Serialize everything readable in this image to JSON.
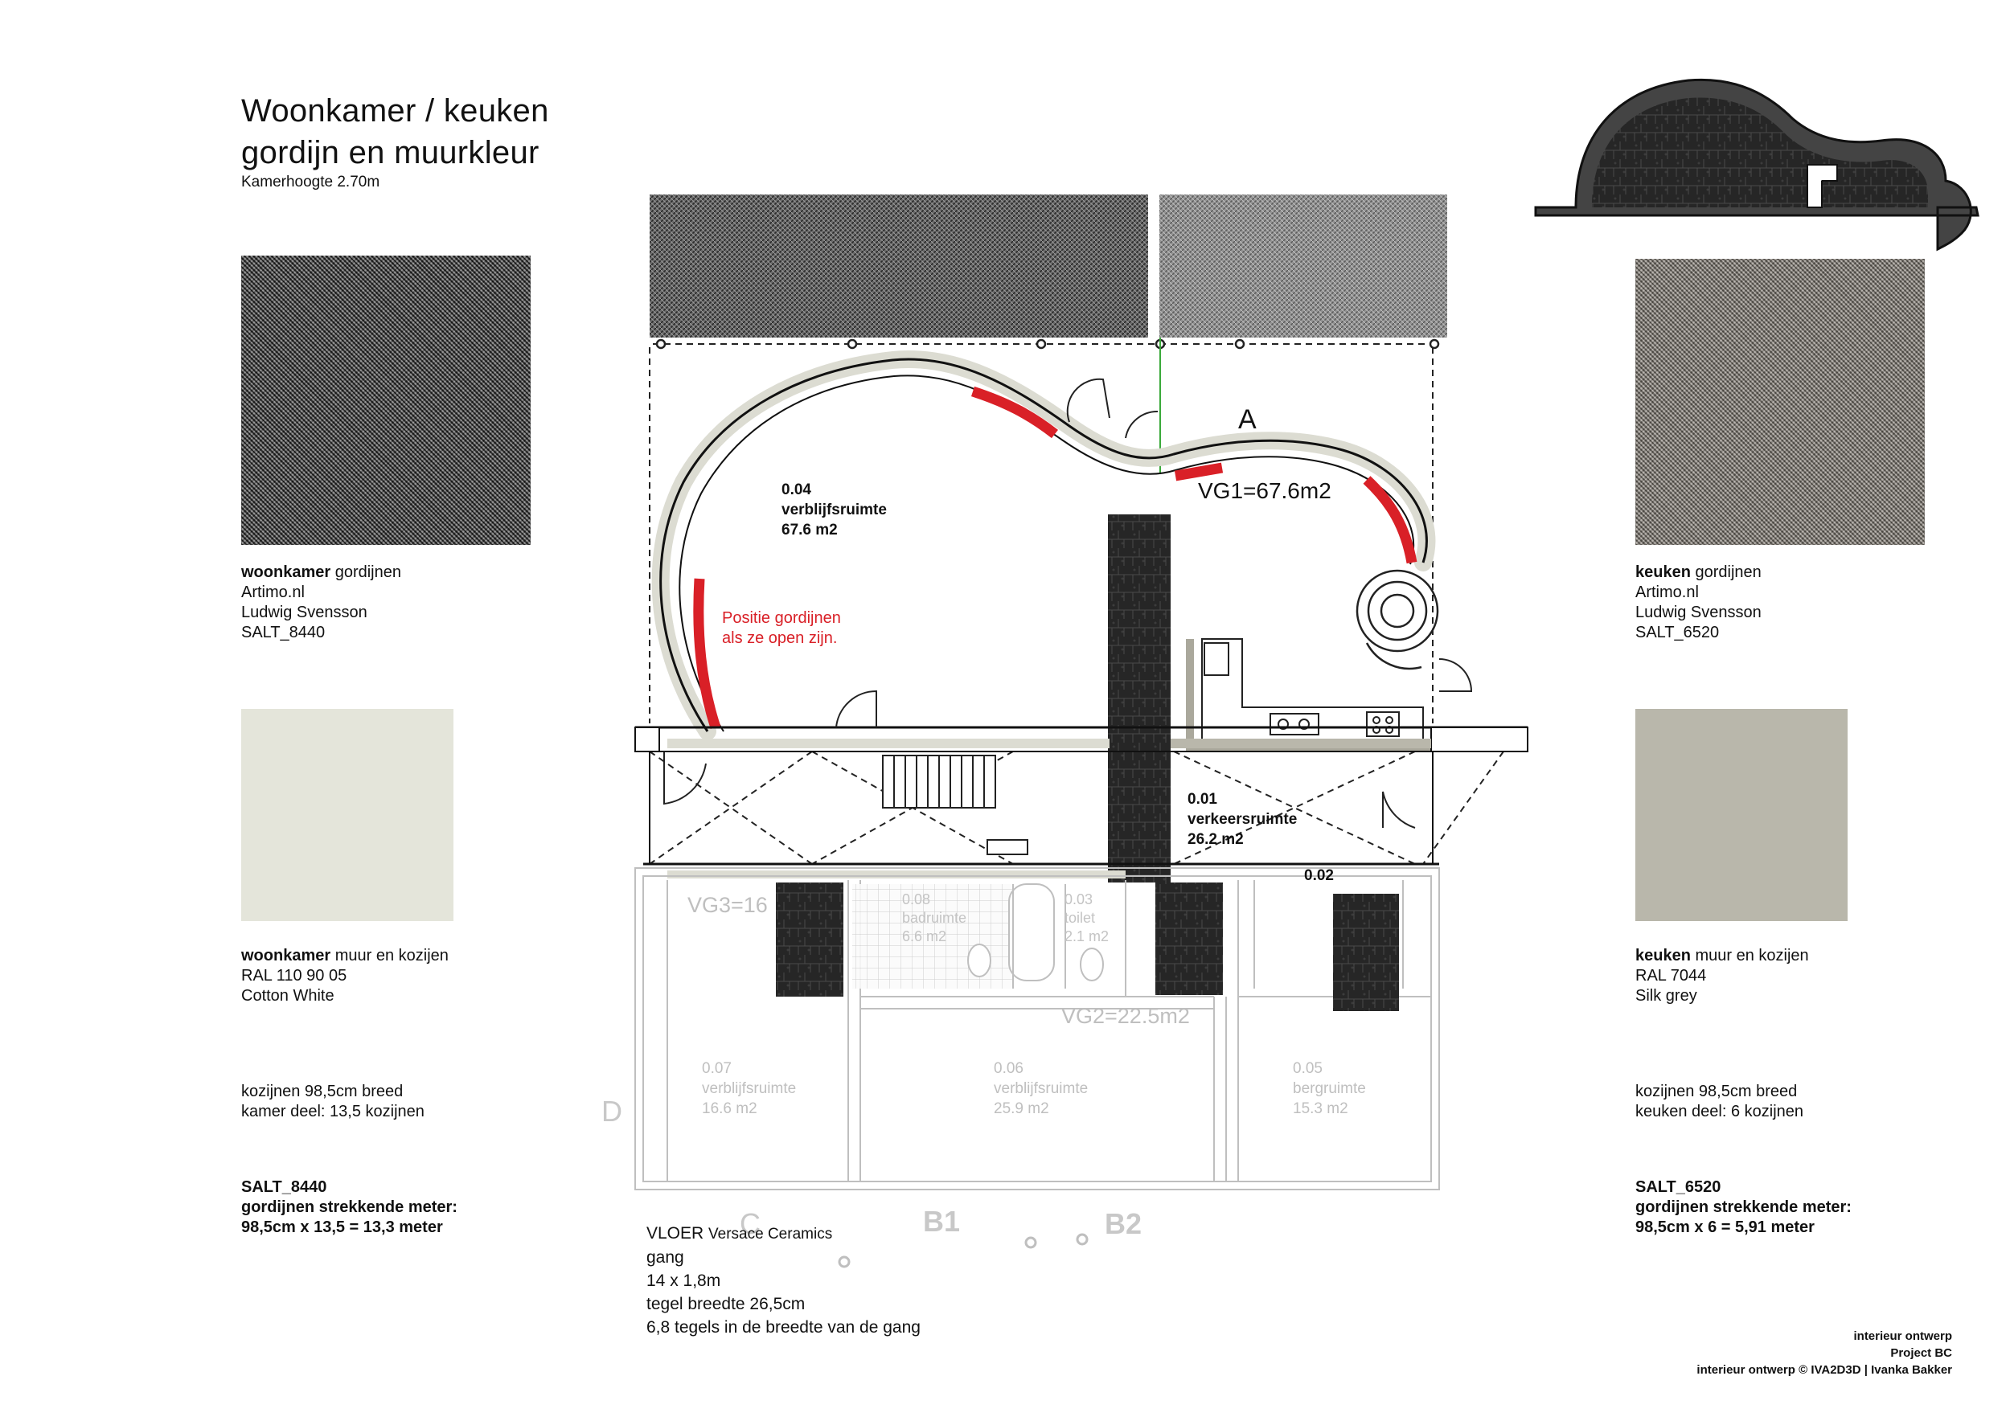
{
  "header": {
    "title_line1": "Woonkamer / keuken",
    "title_line2": "gordijn en muurkleur",
    "subtitle": "Kamerhoogte 2.70m"
  },
  "left": {
    "curtain": {
      "label_bold": "woonkamer",
      "label_rest": " gordijnen",
      "lines": [
        "Artimo.nl",
        "Ludwig Svensson",
        "SALT_8440"
      ]
    },
    "wall": {
      "color": "#e4e5da",
      "label_bold": "woonkamer",
      "label_rest": " muur en kozijen",
      "lines": [
        "RAL 110 90 05",
        "Cotton White"
      ]
    },
    "frames": [
      "kozijnen 98,5cm breed",
      "kamer deel: 13,5 kozijnen"
    ],
    "total": [
      "SALT_8440",
      "gordijnen strekkende meter:",
      "98,5cm x 13,5 = 13,3 meter"
    ]
  },
  "right": {
    "curtain": {
      "label_bold": "keuken",
      "label_rest": " gordijnen",
      "lines": [
        "Artimo.nl",
        "Ludwig Svensson",
        "SALT_6520"
      ]
    },
    "wall": {
      "color": "#b9b7ab",
      "label_bold": "keuken",
      "label_rest": " muur en kozijen",
      "lines": [
        "RAL 7044",
        "Silk grey"
      ]
    },
    "frames": [
      "kozijnen 98,5cm breed",
      "keuken deel: 6 kozijnen"
    ],
    "total": [
      "SALT_6520",
      "gordijnen strekkende meter:",
      "98,5cm x 6 = 5,91 meter"
    ]
  },
  "plan": {
    "room_living": [
      "0.04",
      "verblijfsruimte",
      "67.6 m2"
    ],
    "room_hall": [
      "0.01",
      "verkeersruimte",
      "26.2 m2"
    ],
    "room_07": [
      "0.07",
      "verblijfsruimte",
      "16.6 m2"
    ],
    "room_06": [
      "0.06",
      "verblijfsruimte",
      "25.9 m2"
    ],
    "room_05": [
      "0.05",
      "bergruimte",
      "15.3 m2"
    ],
    "room_bath": [
      "0.08",
      "badruimte",
      "6.6 m2"
    ],
    "room_toilet": [
      "0.03",
      "toilet",
      "2.1 m2"
    ],
    "curtain_note": [
      "Positie gordijnen",
      "als ze open zijn."
    ],
    "vg1": "VG1=67.6m2",
    "vg2": "VG2=22.5m2",
    "vg3": "VG3=16",
    "label_a": "A",
    "label_d": "D",
    "label_c": "C",
    "label_b1": "B1",
    "label_b2": "B2",
    "label_002": "0.02",
    "accent_red": "#d92027"
  },
  "floor": {
    "line1_a": "VLOER ",
    "line1_b": "Versace Ceramics",
    "lines": [
      "gang",
      "14 x 1,8m",
      "",
      "tegel breedte 26,5cm",
      "6,8 tegels in de breedte van de gang"
    ]
  },
  "footer": {
    "lines": [
      "interieur ontwerp",
      "Project BC",
      "interieur ontwerp © IVA2D3D | Ivanka Bakker"
    ]
  }
}
